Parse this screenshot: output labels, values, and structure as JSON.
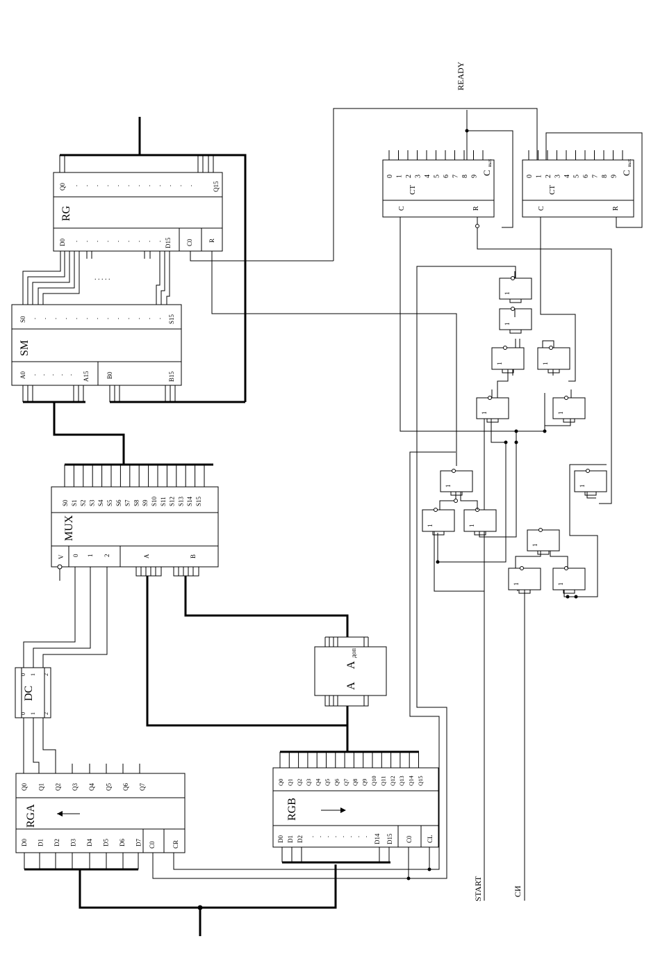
{
  "blocks": {
    "rg": {
      "title": "RG",
      "q_first": "Q0",
      "q_last": "Q15",
      "d_first": "D0",
      "d_last": "D15",
      "c0": "C0",
      "r": "R"
    },
    "sm": {
      "title": "SM",
      "s_first": "S0",
      "s_last": "S15",
      "a_first": "A0",
      "a_last": "A15",
      "b_first": "B0",
      "b_last": "B15"
    },
    "mux": {
      "title": "MUX",
      "sel": [
        "S0",
        "S1",
        "S2",
        "S3",
        "S4",
        "S5",
        "S6",
        "S7",
        "S8",
        "S9",
        "S10",
        "S11",
        "S12",
        "S13",
        "S14",
        "S15"
      ],
      "v": "V",
      "c0": "0",
      "c1": "1",
      "c2": "2",
      "a": "A",
      "b": "B"
    },
    "dc": {
      "title": "DC",
      "out": [
        "0",
        "1",
        "2"
      ],
      "in": [
        "0",
        "1",
        "2"
      ]
    },
    "rga": {
      "title": "RGA",
      "q": [
        "Q0",
        "Q1",
        "Q2",
        "Q3",
        "Q4",
        "Q5",
        "Q6",
        "Q7"
      ],
      "d": [
        "D0",
        "D1",
        "D2",
        "D3",
        "D4",
        "D5",
        "D6",
        "D7"
      ],
      "c0": "C0",
      "cr": "CR"
    },
    "rgb": {
      "title": "RGB",
      "q": [
        "Q0",
        "Q1",
        "Q2",
        "Q3",
        "Q4",
        "Q5",
        "Q6",
        "Q7",
        "Q8",
        "Q9",
        "Q10",
        "Q11",
        "Q12",
        "Q13",
        "Q14",
        "Q15"
      ],
      "d_first": [
        "D0",
        "D1",
        "D2"
      ],
      "d_last": [
        "D14",
        "D15"
      ],
      "c0": "C0",
      "cl": "CL"
    },
    "addr": {
      "a": "A",
      "a_dop": "A",
      "dop_sub": "доп"
    },
    "ct1": {
      "title": "CT",
      "outs": [
        "0",
        "1",
        "2",
        "3",
        "4",
        "5",
        "6",
        "7",
        "8",
        "9"
      ],
      "cvyh": "C",
      "cvyh_sub": "вых",
      "c": "C",
      "r": "R"
    },
    "ct2": {
      "title": "CT",
      "outs": [
        "0",
        "1",
        "2",
        "3",
        "4",
        "5",
        "6",
        "7",
        "8",
        "9"
      ],
      "cvyh": "C",
      "cvyh_sub": "вых",
      "c": "C",
      "r": "R"
    },
    "gate_label": "1",
    "ellipsis": ". . . . ."
  },
  "signals": {
    "ready": "READY",
    "start": "START",
    "si": "СИ"
  }
}
